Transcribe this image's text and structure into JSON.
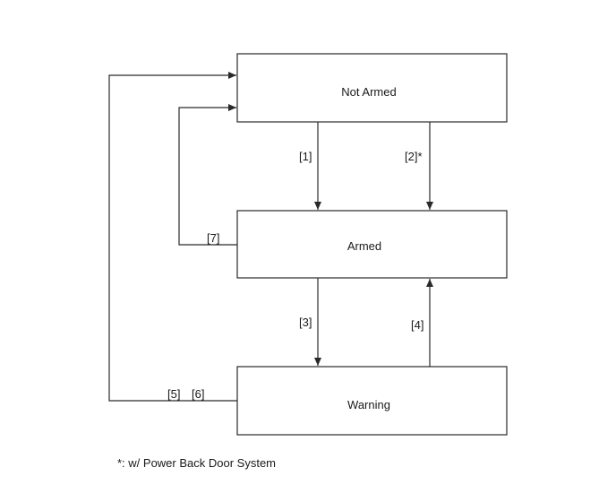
{
  "states": {
    "not_armed": "Not Armed",
    "armed": "Armed",
    "warning": "Warning"
  },
  "transitions": {
    "t1": "[1]",
    "t2": "[2]*",
    "t3": "[3]",
    "t4": "[4]",
    "t5": "[5]",
    "t6": "[6]",
    "t7": "[7]"
  },
  "footnote": "*: w/ Power Back Door System"
}
